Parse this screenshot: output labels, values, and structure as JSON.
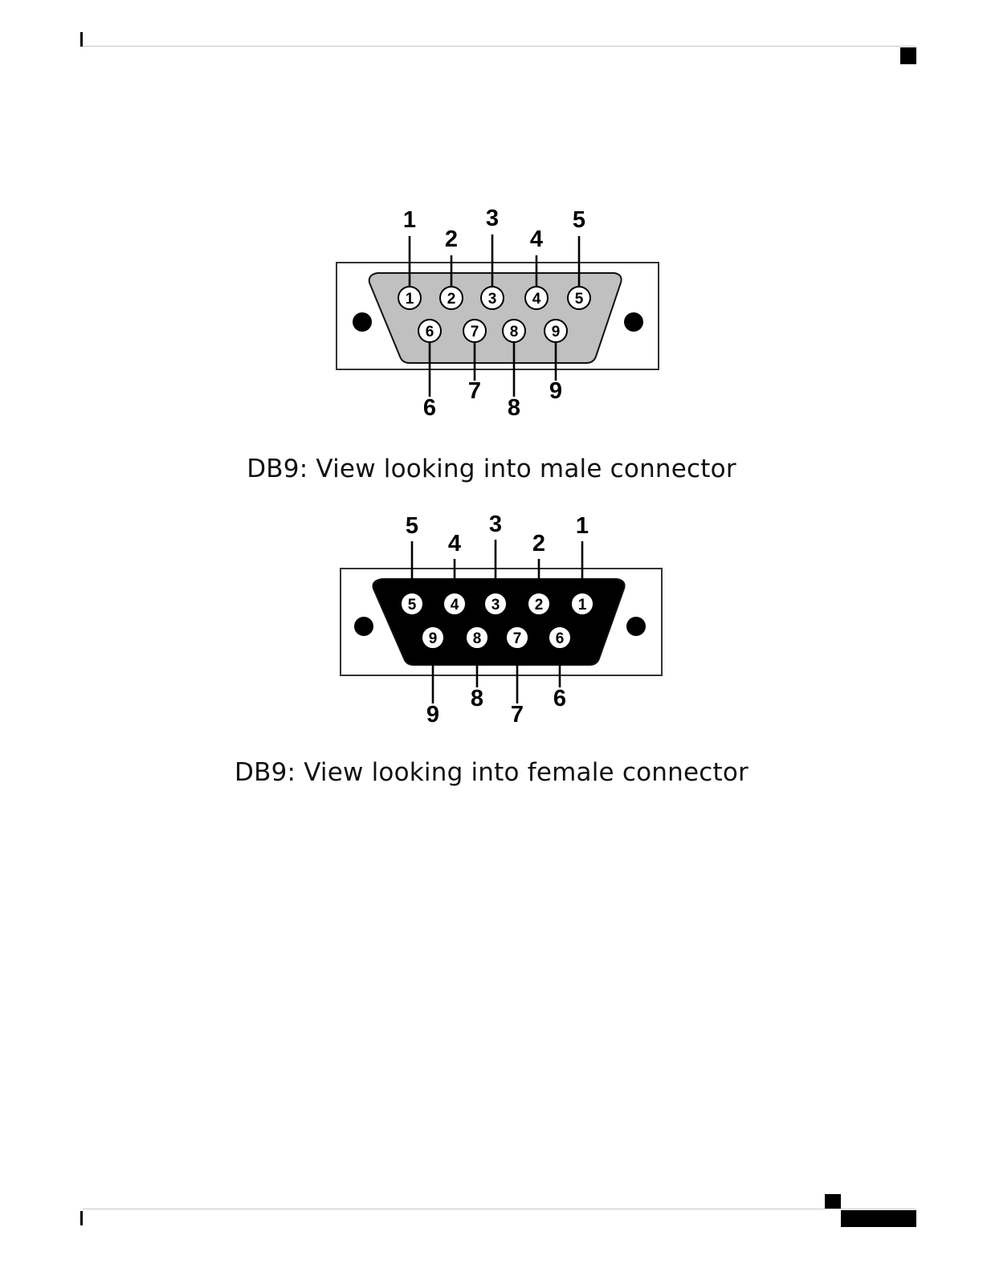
{
  "diagrams": [
    {
      "id": "male",
      "caption": "DB9: View looking into male connector",
      "top_row": [
        "1",
        "2",
        "3",
        "4",
        "5"
      ],
      "bottom_row": [
        "6",
        "7",
        "8",
        "9"
      ],
      "shell_fill": "#c0c0c0",
      "pin_fill": "#ffffff",
      "pin_text": "#000000"
    },
    {
      "id": "female",
      "caption": "DB9: View looking into female connector",
      "top_row": [
        "5",
        "4",
        "3",
        "2",
        "1"
      ],
      "bottom_row": [
        "9",
        "8",
        "7",
        "6"
      ],
      "shell_fill": "#000000",
      "pin_fill": "#ffffff",
      "pin_text": "#000000"
    }
  ]
}
